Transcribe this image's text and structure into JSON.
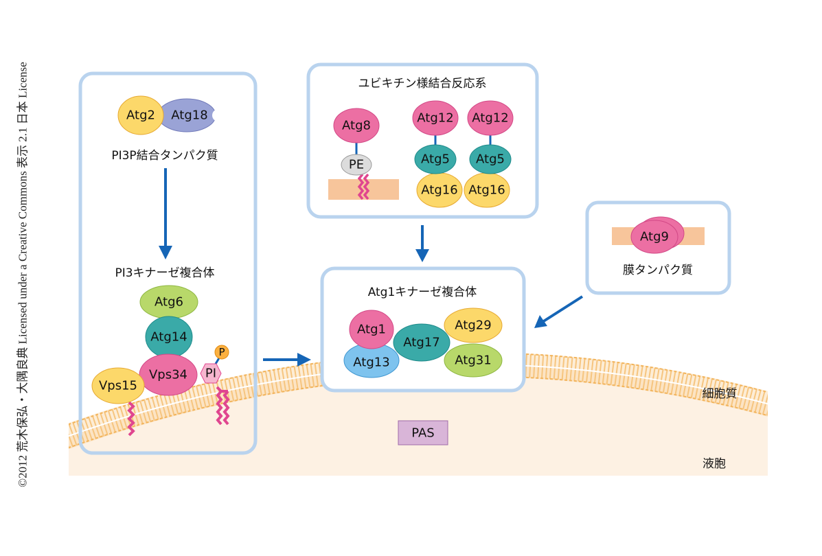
{
  "credit": "©2012 荒木保弘・大隅良典 Licensed under a Creative Commons 表示 2.1 日本 License",
  "colors": {
    "box_border": "#b9d3ee",
    "arrow": "#1565b6",
    "pink": "#ec6fa3",
    "yellow": "#fcd86a",
    "teal": "#3aaaa8",
    "green": "#b8d86a",
    "blue": "#7ec3ee",
    "purple": "#9aa3d6",
    "membrane": "#f7c59b",
    "vacuole": "#fdf1e3"
  },
  "pi3p_box": {
    "proteins": [
      "Atg2",
      "Atg18"
    ],
    "label": "PI3P結合タンパク質",
    "complex_label": "PI3キナーゼ複合体",
    "complex": [
      "Atg6",
      "Atg14",
      "Vps34",
      "Vps15"
    ],
    "pi": "PI",
    "p": "P"
  },
  "ubl_box": {
    "title": "ユビキチン様結合反応系",
    "atg8": "Atg8",
    "pe": "PE",
    "atg12": "Atg12",
    "atg5": "Atg5",
    "atg16": "Atg16"
  },
  "atg1_box": {
    "title": "Atg1キナーゼ複合体",
    "proteins": [
      "Atg1",
      "Atg13",
      "Atg17",
      "Atg29",
      "Atg31"
    ]
  },
  "membrane_box": {
    "protein": "Atg9",
    "label": "膜タンパク質"
  },
  "regions": {
    "cytoplasm": "細胞質",
    "vacuole": "液胞",
    "pas": "PAS"
  }
}
